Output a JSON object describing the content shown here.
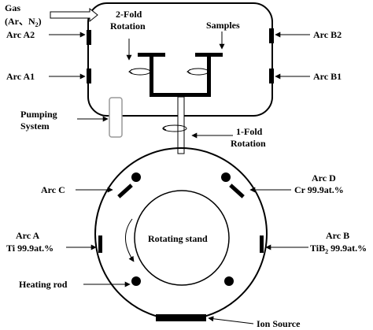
{
  "labels": {
    "gas_line1": "Gas",
    "gas_line2_prefix": "(Ar、N",
    "gas_line2_sub": "2",
    "gas_line2_suffix": ")",
    "arc_a2": "Arc A2",
    "arc_a1": "Arc A1",
    "arc_b2": "Arc B2",
    "arc_b1": "Arc B1",
    "two_fold_line1": "2-Fold",
    "two_fold_line2": "Rotation",
    "samples": "Samples",
    "pumping_line1": "Pumping",
    "pumping_line2": "System",
    "one_fold_line1": "1-Fold",
    "one_fold_line2": "Rotation",
    "arc_c": "Arc C",
    "arc_d": "Arc D",
    "arc_d_target": "Cr 99.9at.%",
    "arc_a": "Arc A",
    "arc_a_target": "Ti 99.9at.%",
    "arc_b": "Arc B",
    "arc_b_target_prefix": "TiB",
    "arc_b_target_sub": "2",
    "arc_b_target_suffix": " 99.9at.%",
    "rotating_stand": "Rotating stand",
    "heating_rod": "Heating rod",
    "ion_source": "Ion Source"
  }
}
